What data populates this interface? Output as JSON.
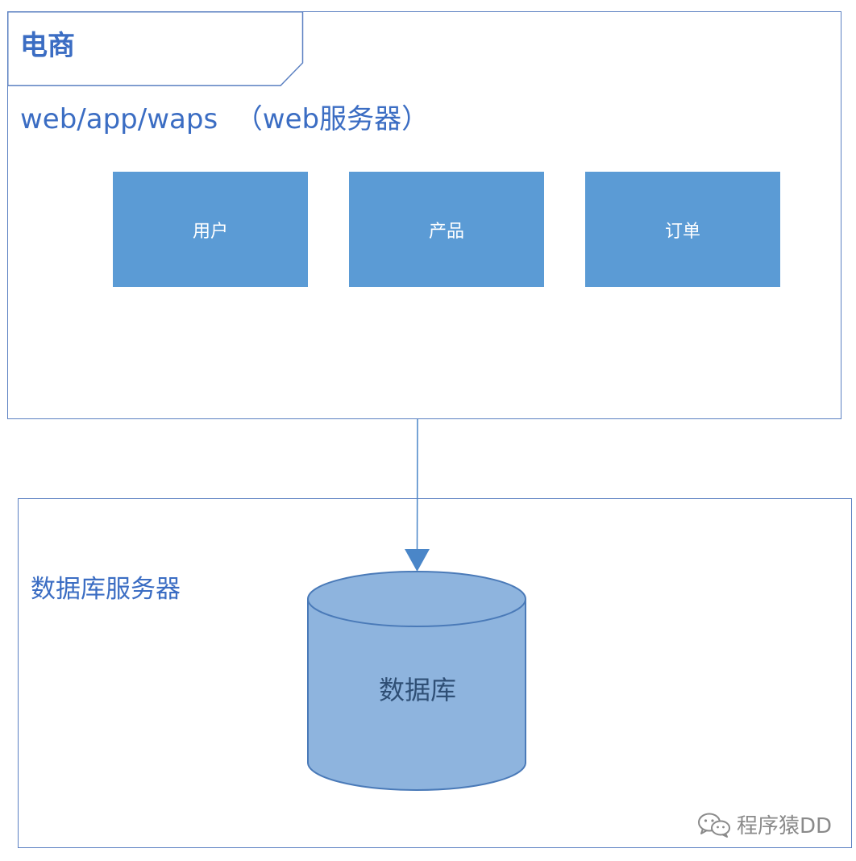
{
  "web_server": {
    "package_title": "电商",
    "subtitle": "web/app/waps  （web服务器）",
    "modules": [
      "用户",
      "产品",
      "订单"
    ]
  },
  "db_server": {
    "subtitle": "数据库服务器",
    "database_label": "数据库"
  },
  "watermark": {
    "icon": "wechat-icon",
    "text": "程序猿DD"
  },
  "colors": {
    "frame_border": "#5b80c2",
    "title_text": "#3b6dc3",
    "module_fill": "#5b9bd5",
    "cylinder_fill": "#8eb4de",
    "cylinder_stroke": "#4a7ab8",
    "arrow": "#4a86c8"
  }
}
